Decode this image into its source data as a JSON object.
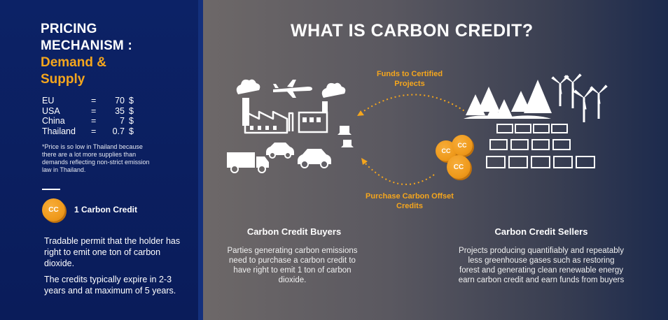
{
  "left": {
    "title_line1": "PRICING",
    "title_line2": "MECHANISM :",
    "subtitle_line1": "Demand &",
    "subtitle_line2": "Supply",
    "prices": [
      {
        "country": "EU",
        "eq": "=",
        "value": "70",
        "unit": "$"
      },
      {
        "country": "USA",
        "eq": "=",
        "value": "35",
        "unit": "$"
      },
      {
        "country": "China",
        "eq": "=",
        "value": "7",
        "unit": "$"
      },
      {
        "country": "Thailand",
        "eq": "=",
        "value": "0.7",
        "unit": "$"
      }
    ],
    "note": "*Price is so low in Thailand because there are a lot more supplies than demands reflecting non-strict emission law in Thailand.",
    "coin_text": "CC",
    "credit_label": "1 Carbon Credit",
    "desc1": "Tradable permit that the holder has right to emit one ton of carbon dioxide.",
    "desc2": "The credits typically expire in 2-3 years and at maximum of 5 years."
  },
  "main": {
    "title": "WHAT IS CARBON CREDIT?",
    "arrow_top_label": "Funds to Certified Projects",
    "arrow_bottom_label": "Purchase Carbon Offset Credits",
    "coin_text": "CC",
    "buyers_title": "Carbon Credit Buyers",
    "buyers_text": "Parties generating carbon emissions need to purchase a carbon credit to have right to emit 1 ton of carbon dioxide.",
    "sellers_title": "Carbon Credit Sellers",
    "sellers_text": "Projects producing quantifiably and repeatably less greenhouse gases such as restoring forest and generating clean renewable energy earn carbon credit and earn funds from buyers"
  },
  "colors": {
    "left_bg": "#0c2266",
    "accent_orange": "#f5a61d",
    "coin": "#ef9a1c"
  }
}
